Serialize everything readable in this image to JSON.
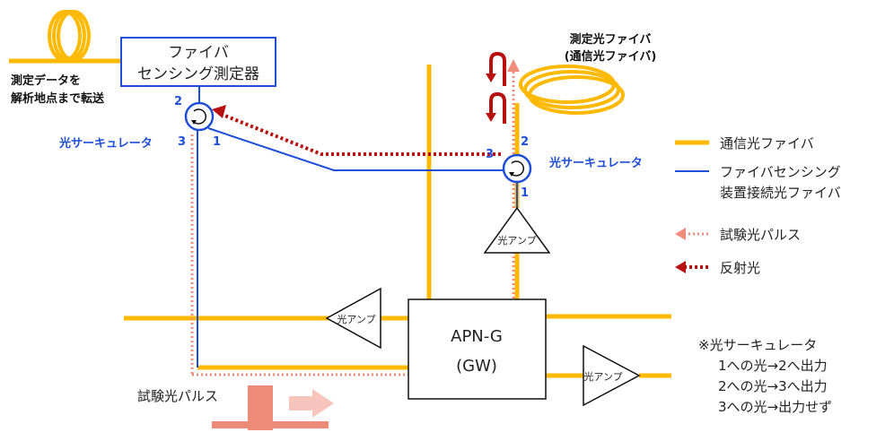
{
  "colors": {
    "comm_fiber": "#FFB900",
    "sensing_fiber": "#1F4FD8",
    "test_pulse": "#F08C7C",
    "reflected": "#B80F0F",
    "pulse_box": "#EE8A78"
  },
  "device": {
    "line1": "ファイバ",
    "line2": "センシング測定器"
  },
  "transfer_note": {
    "line1": "測定データを",
    "line2": "解析地点まで転送"
  },
  "circulator_left": {
    "label": "光サーキュレータ",
    "port1": "1",
    "port2": "2",
    "port3": "3"
  },
  "circulator_right": {
    "label": "光サーキュレータ",
    "port1": "1",
    "port2": "2",
    "port3": "3"
  },
  "measured_fiber": {
    "line1": "測定光ファイバ",
    "line2": "(通信光ファイバ)"
  },
  "amp_label": "光アンプ",
  "gateway": {
    "line1": "APN-G",
    "line2": "(GW)"
  },
  "test_pulse_source": "試験光パルス",
  "legend": {
    "comm_fiber": "通信光ファイバ",
    "sensing_line1": "ファイバセンシング",
    "sensing_line2": "装置接続光ファイバ",
    "test_pulse": "試験光パルス",
    "reflected": "反射光"
  },
  "note": {
    "title": "※光サーキュレータ",
    "line1": "1への光→2へ出力",
    "line2": "2への光→3へ出力",
    "line3": "3への光→出力せず"
  }
}
